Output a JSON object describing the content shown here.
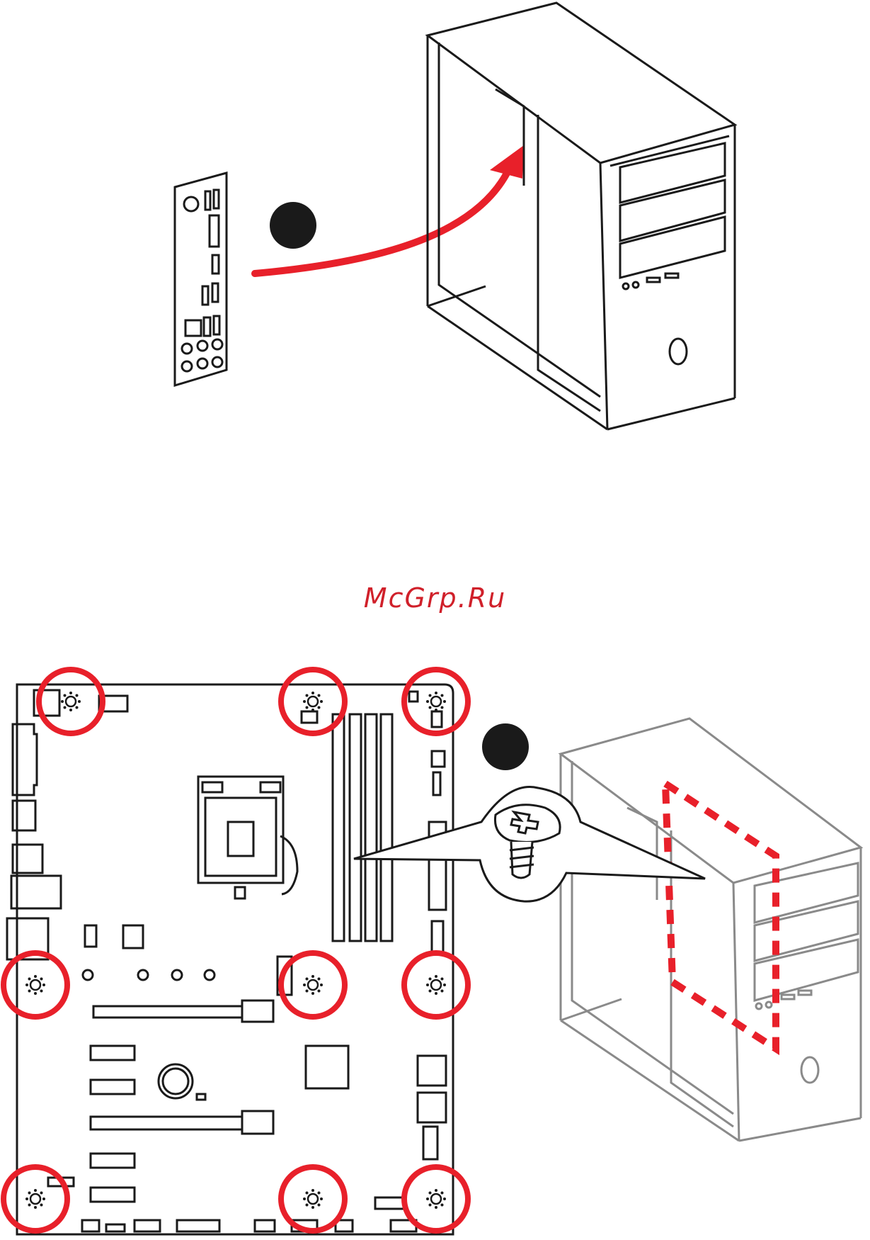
{
  "watermark": {
    "text": "McGrp.Ru",
    "color": "#d0202a"
  },
  "colors": {
    "accent_red": "#e8202a",
    "line_black": "#1a1a1a",
    "line_gray": "#8a8a8a",
    "background": "#ffffff"
  },
  "steps": [
    {
      "marker": "black-dot",
      "label": ""
    },
    {
      "marker": "black-dot",
      "label": ""
    }
  ],
  "icons": [
    "io-shield-icon",
    "pc-case-icon",
    "motherboard-icon",
    "screw-icon",
    "mounting-hole-icon"
  ],
  "mounting_holes_count": 9
}
